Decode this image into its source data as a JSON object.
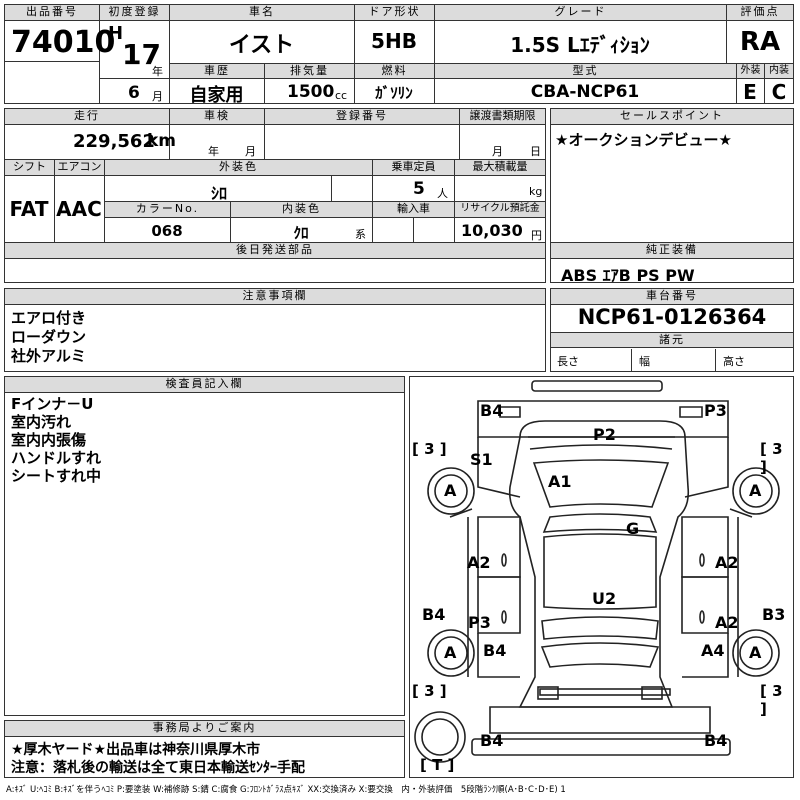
{
  "top": {
    "lot_label": "出品番号",
    "lot_value": "74010",
    "first_reg_label": "初度登録",
    "era": "H",
    "year": "17",
    "year_unit": "年",
    "month": "6",
    "month_unit": "月",
    "car_name_label": "車名",
    "car_name": "イスト",
    "door_label": "ドア形状",
    "door": "5HB",
    "grade_label": "グレード",
    "grade": "1.5S Lｴﾃﾞｨｼｮﾝ",
    "score_label": "評価点",
    "score": "RA",
    "history_label": "車歴",
    "history": "自家用",
    "displacement_label": "排気量",
    "displacement": "1500",
    "displacement_unit": "cc",
    "fuel_label": "燃料",
    "fuel": "ｶﾞｿﾘﾝ",
    "model_label": "型式",
    "model": "CBA-NCP61",
    "ext_label": "外装",
    "ext": "E",
    "int_label": "内装",
    "int": "C"
  },
  "row2": {
    "mileage_label": "走行",
    "mileage": "229,562",
    "mileage_unit": "km",
    "inspection_label": "車検",
    "insp_year_unit": "年",
    "insp_month_unit": "月",
    "regno_label": "登録番号",
    "transfer_label": "譲渡書類期限",
    "tr_month_unit": "月",
    "tr_day_unit": "日",
    "sales_label": "セールスポイント",
    "sales_text": "★オークションデビュー★"
  },
  "row3": {
    "shift_label": "シフト",
    "shift": "FAT",
    "aircon_label": "エアコン",
    "aircon": "AAC",
    "color_label": "外装色",
    "color": "ｼﾛ",
    "capacity_label": "乗車定員",
    "capacity": "5",
    "capacity_unit": "人",
    "load_label": "最大積載量",
    "load_unit": "kg",
    "colorno_label": "カラーNo.",
    "colorno": "068",
    "interior_label": "内装色",
    "interior": "ｸﾛ",
    "interior_unit": "系",
    "import_label": "輸入車",
    "recycle_label": "リサイクル預託金",
    "recycle": "10,030",
    "recycle_unit": "円"
  },
  "later_label": "後日発送部品",
  "equip_label": "純正装備",
  "equip": "ABS ｴｱB PS PW",
  "notes_label": "注意事項欄",
  "notes": [
    "エアロ付き",
    "ローダウン",
    "社外アルミ"
  ],
  "chassis_label": "車台番号",
  "chassis": "NCP61-0126364",
  "spec_label": "諸元",
  "len_label": "長さ",
  "wid_label": "幅",
  "hei_label": "高さ",
  "inspector_label": "検査員記入欄",
  "inspector_notes": [
    "Fインナ－U",
    "室内汚れ",
    "室内内張傷",
    "ハンドルすれ",
    "シートすれ中"
  ],
  "office_label": "事務局よりご案内",
  "office_lines": [
    "★厚木ヤード★出品車は神奈川県厚木市",
    "注意：落札後の輸送は全て東日本輸送ｾﾝﾀｰ手配"
  ],
  "diagram": {
    "marks": {
      "b4_tl": "B4",
      "p3_tr": "P3",
      "p2": "P2",
      "s1": "S1",
      "a1": "A1",
      "g": "G",
      "a2_l": "A2",
      "a2_r": "A2",
      "u2": "U2",
      "b4_l": "B4",
      "b3_r": "B3",
      "p3_l": "P3",
      "a2_r2": "A2",
      "b4_wl": "B4",
      "a4": "A4",
      "b4_bl": "B4",
      "b4_br": "B4"
    },
    "tire_tl": "A",
    "tire_tr": "A",
    "tire_bl": "A",
    "tire_br": "A",
    "tread_tl": "[ 3 ]",
    "tread_tr": "[ 3 ]",
    "tread_bl": "[ 3 ]",
    "tread_br": "[ 3 ]",
    "spare": "[ T ]"
  },
  "legend": "A:ｷｽﾞ U:ﾍｺﾐ B:ｷｽﾞを伴うﾍｺﾐ P:要塗装 W:補修跡 S:錆 C:腐食 G:ﾌﾛﾝﾄｶﾞﾗｽ点ｷｽﾞ XX:交換済み X:要交換　内・外装評価　5段階ﾗﾝｸ順(A･B･C･D･E) 1"
}
